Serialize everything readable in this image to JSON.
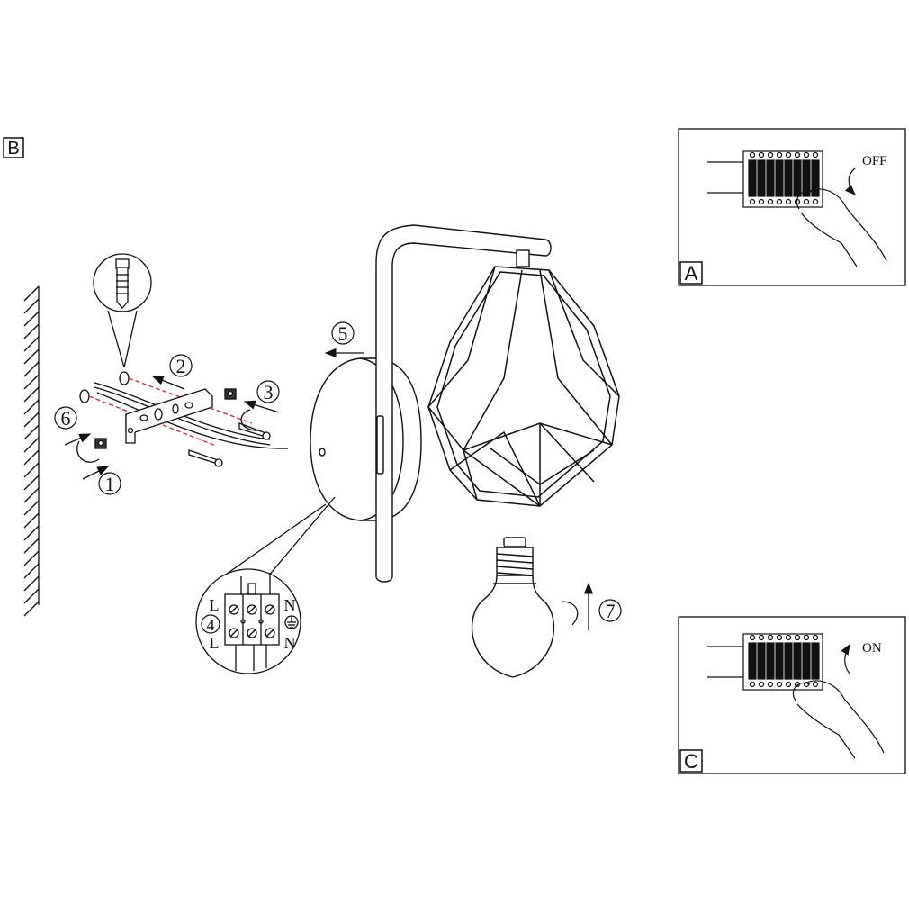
{
  "panels": {
    "b": {
      "letter": "B"
    },
    "a": {
      "letter": "A",
      "switch_label": "OFF"
    },
    "c": {
      "letter": "C",
      "switch_label": "ON"
    }
  },
  "steps": [
    "1",
    "2",
    "3",
    "4",
    "5",
    "6",
    "7"
  ],
  "terminal": {
    "top_left": "L",
    "top_right": "N",
    "bottom_left": "L",
    "bottom_right": "N"
  }
}
